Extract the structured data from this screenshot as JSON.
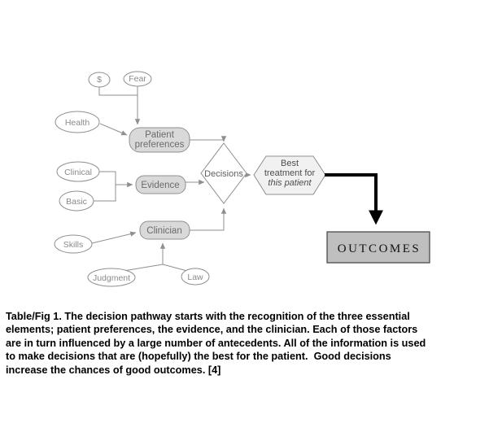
{
  "figure": {
    "nodes": {
      "money": "$",
      "fear": "Fear",
      "health": "Health",
      "patient_preferences_line1": "Patient",
      "patient_preferences_line2": "preferences",
      "clinical": "Clinical",
      "basic": "Basic",
      "evidence": "Evidence",
      "decisions": "Decisions",
      "best_line1": "Best",
      "best_line2": "treatment for",
      "best_line3": "this patient",
      "clinician": "Clinician",
      "skills": "Skills",
      "judgment": "Judgment",
      "law": "Law",
      "outcomes": "OUTCOMES"
    },
    "colors": {
      "shape_outline": "#8f8f8f",
      "shape_text": "#808080",
      "ellipse_fill": "#ffffff",
      "box_fill": "#d9d9d9",
      "diamond_fill": "#ffffff",
      "hexagon_fill": "#f1f1f1",
      "outcomes_fill": "#bfbfbf",
      "connector": "#8f8f8f",
      "outcome_arrow": "#000000"
    }
  },
  "caption": {
    "lines": [
      "Table/Fig 1. The decision pathway starts with the recognition of the three essential",
      "elements; patient preferences, the evidence, and the clinician. Each of those factors",
      "are in turn influenced by a large number of antecedents. All of the information is used",
      "to make decisions that are (hopefully) the best for the patient.  Good decisions",
      "increase the chances of good outcomes. [4]"
    ]
  }
}
